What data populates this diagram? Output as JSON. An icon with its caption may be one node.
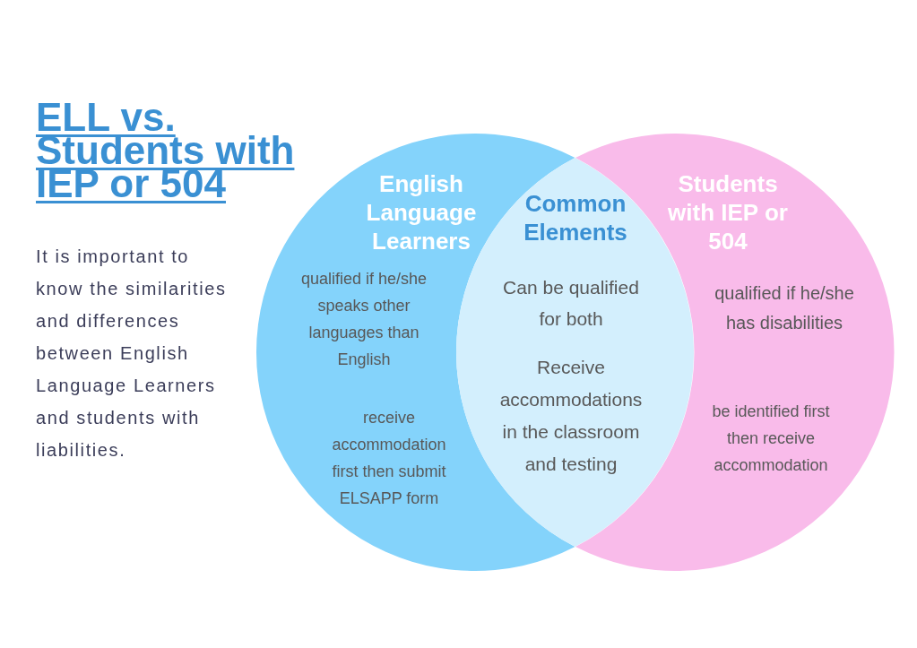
{
  "diagram": {
    "title": "ELL vs. Students with IEP or 504",
    "nodes": [
      {
        "text": [
          "English Language Learners",
          "qualified if he/she speaks other languages than English",
          "receive accommodation first then submit ELSAPP form"
        ]
      },
      {
        "text": [
          "Common Elements",
          "Can be qualified for both",
          "Receive accommodations in the classroom and testing"
        ]
      },
      {
        "text": [
          "Students with IEP or 504",
          "qualified if he/she has disabilities",
          "be identified first then receive accommodation"
        ]
      }
    ],
    "labels": [
      "It is important to know the similarities and differences between English Language Learners and students with liabilities."
    ]
  }
}
